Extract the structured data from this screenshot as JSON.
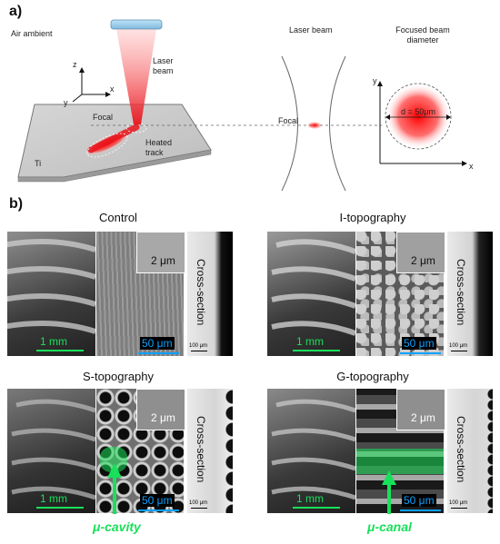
{
  "panel_a": {
    "label": "a)",
    "air_ambient": "Air ambient",
    "laser_beam_label": "Laser beam",
    "focal_label": "Focal",
    "heated_track": "Heated track",
    "ti_label": "Ti",
    "axes": {
      "z": "z",
      "y": "y",
      "x": "x"
    },
    "profile_title": "Laser beam",
    "profile_focal": "Focal",
    "diameter_title": "Focused beam diameter",
    "diameter_value": "d = 50μm",
    "diameter_axes": {
      "y": "y",
      "x": "x"
    }
  },
  "panel_b": {
    "label": "b)",
    "groups": [
      {
        "title": "Control",
        "scale_mm": "1 mm",
        "scale_um": "50 μm",
        "inset_scale": "2 μm",
        "cross_label": "Cross-section",
        "tiny_scale": "100 μm"
      },
      {
        "title": "I-topography",
        "scale_mm": "1 mm",
        "scale_um": "50 μm",
        "inset_scale": "2 μm",
        "cross_label": "Cross-section",
        "tiny_scale": "100 μm"
      },
      {
        "title": "S-topography",
        "scale_mm": "1 mm",
        "scale_um": "50 μm",
        "inset_scale": "2 μm",
        "cross_label": "Cross-section",
        "tiny_scale": "100 μm"
      },
      {
        "title": "G-topography",
        "scale_mm": "1 mm",
        "scale_um": "50 μm",
        "inset_scale": "2 μm",
        "cross_label": "Cross-section",
        "tiny_scale": "100 μm"
      }
    ],
    "annotations": {
      "cavity": "μ-cavity",
      "canal": "μ-canal"
    }
  },
  "colors": {
    "green": "#19e05a",
    "blue": "#0aa0ff",
    "laser": "#e8141c"
  }
}
